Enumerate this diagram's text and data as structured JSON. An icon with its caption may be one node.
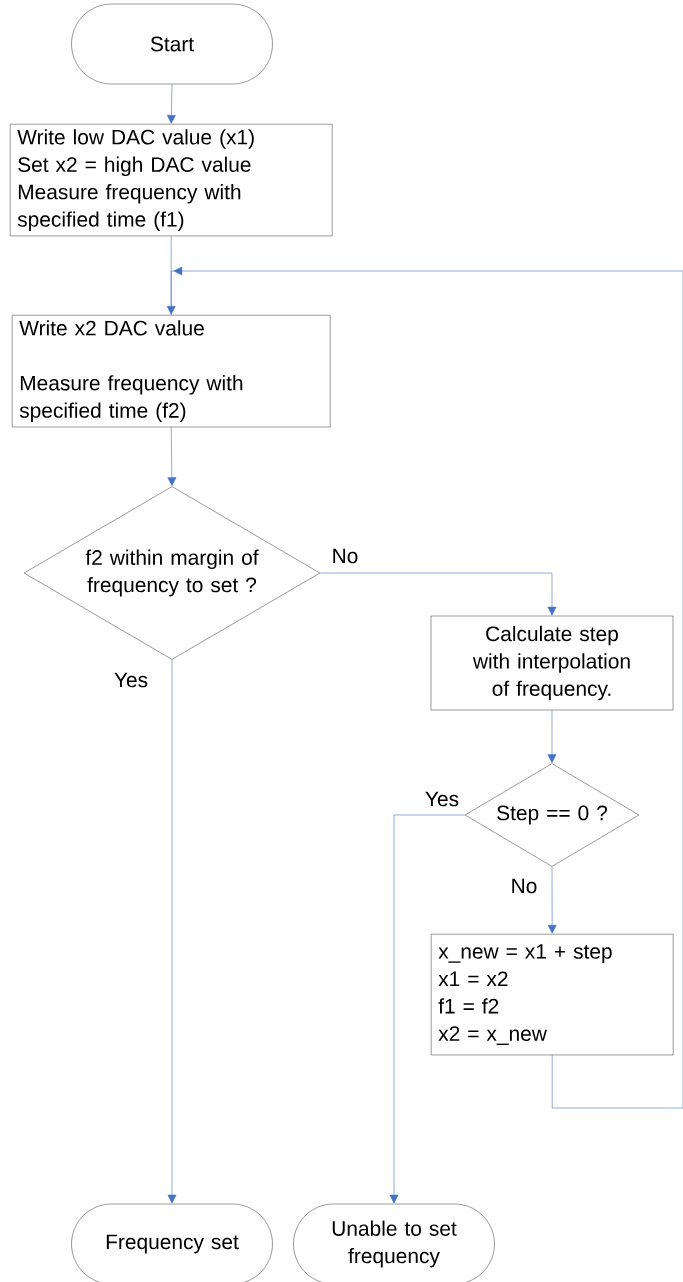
{
  "diagram": {
    "nodes": [
      {
        "text": [
          "Start"
        ]
      },
      {
        "text": [
          "Write low DAC value (x1)",
          "Set x2 = high DAC value",
          "Measure frequency with specified time (f1)"
        ]
      },
      {
        "text": [
          "Write x2 DAC value",
          "Measure frequency with specified time (f2)"
        ]
      },
      {
        "text": [
          "f2 within margin of frequency to set ?"
        ]
      },
      {
        "text": [
          "Calculate step with interpolation of frequency."
        ]
      },
      {
        "text": [
          "Step == 0 ?"
        ]
      },
      {
        "text": [
          "x_new = x1 + step",
          "x1 = x2",
          "f1 = f2",
          "x2 = x_new"
        ]
      },
      {
        "text": [
          "Frequency set"
        ]
      },
      {
        "text": [
          "Unable to set frequency"
        ]
      }
    ],
    "edges": [
      {
        "from": 0,
        "to": 1,
        "arrow": "to"
      },
      {
        "from": 1,
        "to": 2,
        "arrow": "to"
      },
      {
        "from": 2,
        "to": 3,
        "arrow": "to"
      },
      {
        "from": 3,
        "to": 4,
        "arrow": "to",
        "label": "No"
      },
      {
        "from": 3,
        "to": 7,
        "arrow": "to",
        "label": "Yes"
      },
      {
        "from": 4,
        "to": 5,
        "arrow": "to"
      },
      {
        "from": 5,
        "to": 8,
        "arrow": "to",
        "label": "Yes"
      },
      {
        "from": 5,
        "to": 6,
        "arrow": "to",
        "label": "No"
      },
      {
        "from": 6,
        "to": 2,
        "arrow": "to"
      }
    ]
  }
}
